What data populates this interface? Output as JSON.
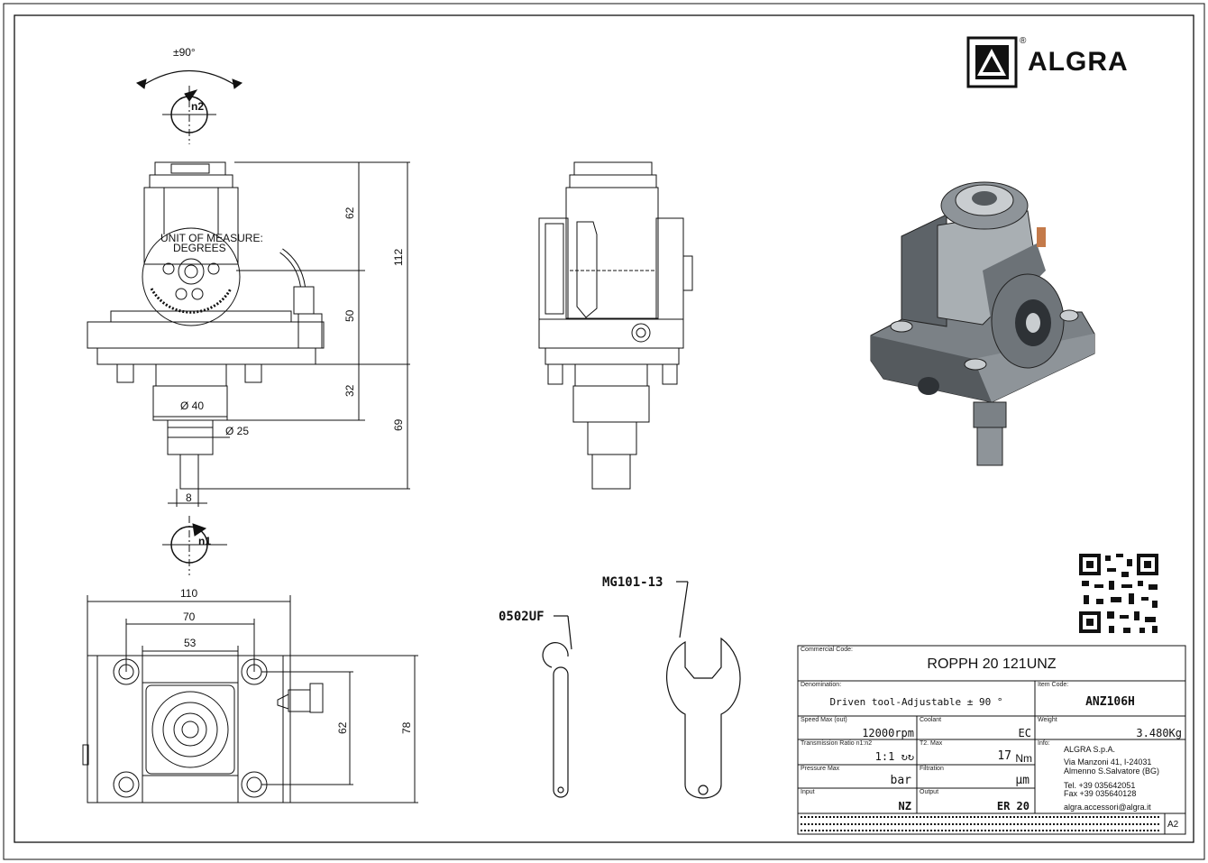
{
  "brand": {
    "name": "ALGRA",
    "registered": "®"
  },
  "dimensions": {
    "front": {
      "d62": "62",
      "d112": "112",
      "d50": "50",
      "d32": "32",
      "d69": "69",
      "dia40": "Ø 40",
      "dia25": "Ø 25",
      "d8": "8"
    },
    "rotation_top": {
      "angle": "±90°",
      "spindle": "n2"
    },
    "rotation_bottom": {
      "spindle": "n1"
    },
    "dial_label_1": "UNIT OF MEASURE:",
    "dial_label_2": "DEGREES",
    "bottom": {
      "d110": "110",
      "d70": "70",
      "d53": "53",
      "d62": "62",
      "d78": "78"
    }
  },
  "accessories": [
    {
      "code": "0502UF"
    },
    {
      "code": "MG101-13"
    }
  ],
  "title_block": {
    "commercial_code": {
      "label": "Commercial Code:",
      "value": "ROPPH 20 121UNZ"
    },
    "denomination": {
      "label": "Denomination:",
      "value": "Driven tool-Adjustable ± 90 °"
    },
    "item_code": {
      "label": "Item Code:",
      "value": "ANZ106H"
    },
    "speed_max": {
      "label": "Speed Max (out)",
      "value": "12000rpm"
    },
    "coolant": {
      "label": "Coolant",
      "value": "EC"
    },
    "weight": {
      "label": "Weight",
      "value": "3.480Kg"
    },
    "transmission": {
      "label": "Transmission Ratio n1:n2",
      "value": "1:1 ↻↻"
    },
    "torque": {
      "label": "T2. Max",
      "value": "17",
      "unit": "Nm"
    },
    "pressure": {
      "label": "Pressure Max",
      "value": "bar"
    },
    "filtration": {
      "label": "Filtration",
      "value": "µm"
    },
    "input": {
      "label": "Input",
      "value": "NZ"
    },
    "output": {
      "label": "Output",
      "value": "ER 20"
    },
    "info": {
      "label": "Info:",
      "lines": [
        "ALGRA S.p.A.",
        "Via Manzoni 41, I-24031",
        "Almenno S.Salvatore (BG)",
        "Tel. +39 035642051",
        "Fax +39 035640128",
        "algra.accessori@algra.it"
      ]
    },
    "sheet_size": "A2"
  },
  "colors": {
    "line": "#111111",
    "shade_dark": "#555a5e",
    "shade_mid": "#7b8186",
    "shade_light": "#a9afb3"
  }
}
